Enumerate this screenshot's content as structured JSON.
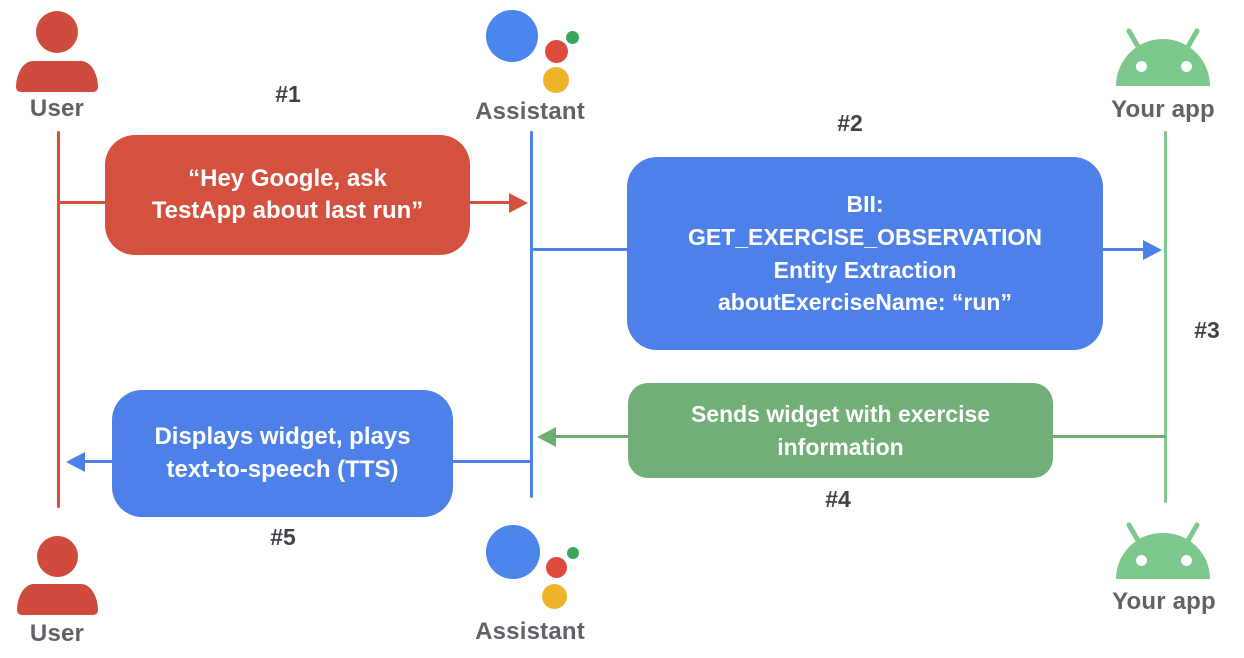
{
  "diagram_type": "sequence-diagram",
  "colors": {
    "person_red": "#CE4B3E",
    "red_line": "#D6503E",
    "red_box": "#D4513F",
    "blue_box": "#4E80E9",
    "assistant_logo_blue": "#4C86EC",
    "assistant_logo_red": "#DD4B3C",
    "assistant_logo_yellow": "#F0B42C",
    "assistant_logo_green": "#3BA55B",
    "android_green": "#7CC88F",
    "green_box": "#72AF78",
    "green_line": "#6FAC74",
    "actor_label_gray": "#5F6368",
    "step_label_gray": "#3F4347"
  },
  "actors": {
    "user_top_label": "User",
    "assistant_top_label": "Assistant",
    "app_top_label": "Your app",
    "user_bottom_label": "User",
    "assistant_bottom_label": "Assistant",
    "app_bottom_label": "Your app"
  },
  "messages": {
    "m1": {
      "step_label": "#1",
      "from": "User",
      "to": "Assistant",
      "text": "“Hey Google, ask\nTestApp about last run”"
    },
    "m2": {
      "step_label": "#2",
      "from": "Assistant",
      "to": "Your app",
      "text": "BII:\nGET_EXERCISE_OBSERVATION\nEntity Extraction\naboutExerciseName: “run”"
    },
    "m3": {
      "step_label": "#3",
      "from": "Your app",
      "to": "Your app",
      "text": ""
    },
    "m4": {
      "step_label": "#4",
      "from": "Your app",
      "to": "Assistant",
      "text": "Sends widget with exercise\ninformation"
    },
    "m5": {
      "step_label": "#5",
      "from": "Assistant",
      "to": "User",
      "text": "Displays widget, plays\ntext-to-speech (TTS)"
    }
  }
}
